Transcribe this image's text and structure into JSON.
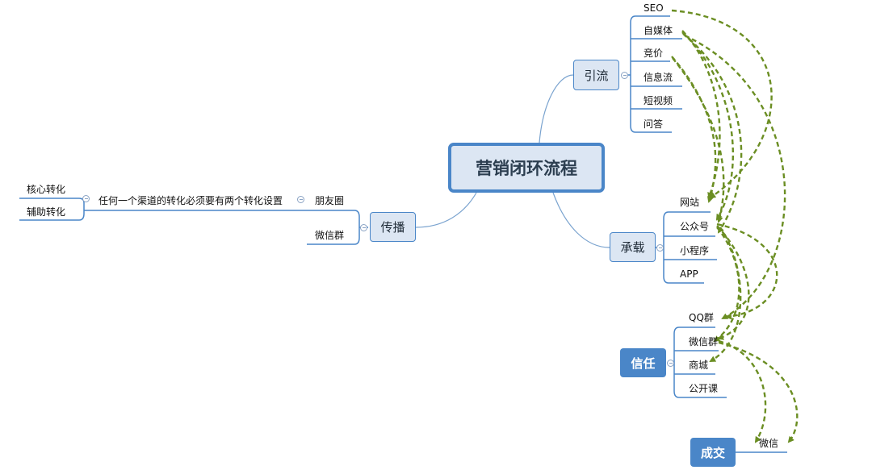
{
  "central": {
    "label": "营销闭环流程"
  },
  "branches": {
    "yinliu": {
      "label": "引流",
      "items": [
        "SEO",
        "自媒体",
        "竞价",
        "信息流",
        "短视频",
        "问答"
      ]
    },
    "chengzai": {
      "label": "承载",
      "items": [
        "网站",
        "公众号",
        "小程序",
        "APP"
      ]
    },
    "xinren": {
      "label": "信任",
      "items": [
        "QQ群",
        "微信群",
        "商城",
        "公开课"
      ]
    },
    "chengjiao": {
      "label": "成交",
      "items": [
        "微信"
      ]
    },
    "chuanbo": {
      "label": "传播",
      "items": [
        "朋友圈",
        "微信群"
      ],
      "sub": {
        "label": "任何一个渠道的转化必须要有两个转化设置",
        "items": [
          "核心转化",
          "辅助转化"
        ]
      }
    }
  },
  "colors": {
    "branch_line": "#4a86c8",
    "connector": "#7aa3cf",
    "arrow": "#6b8e23",
    "node_fill": "#dce6f3"
  }
}
